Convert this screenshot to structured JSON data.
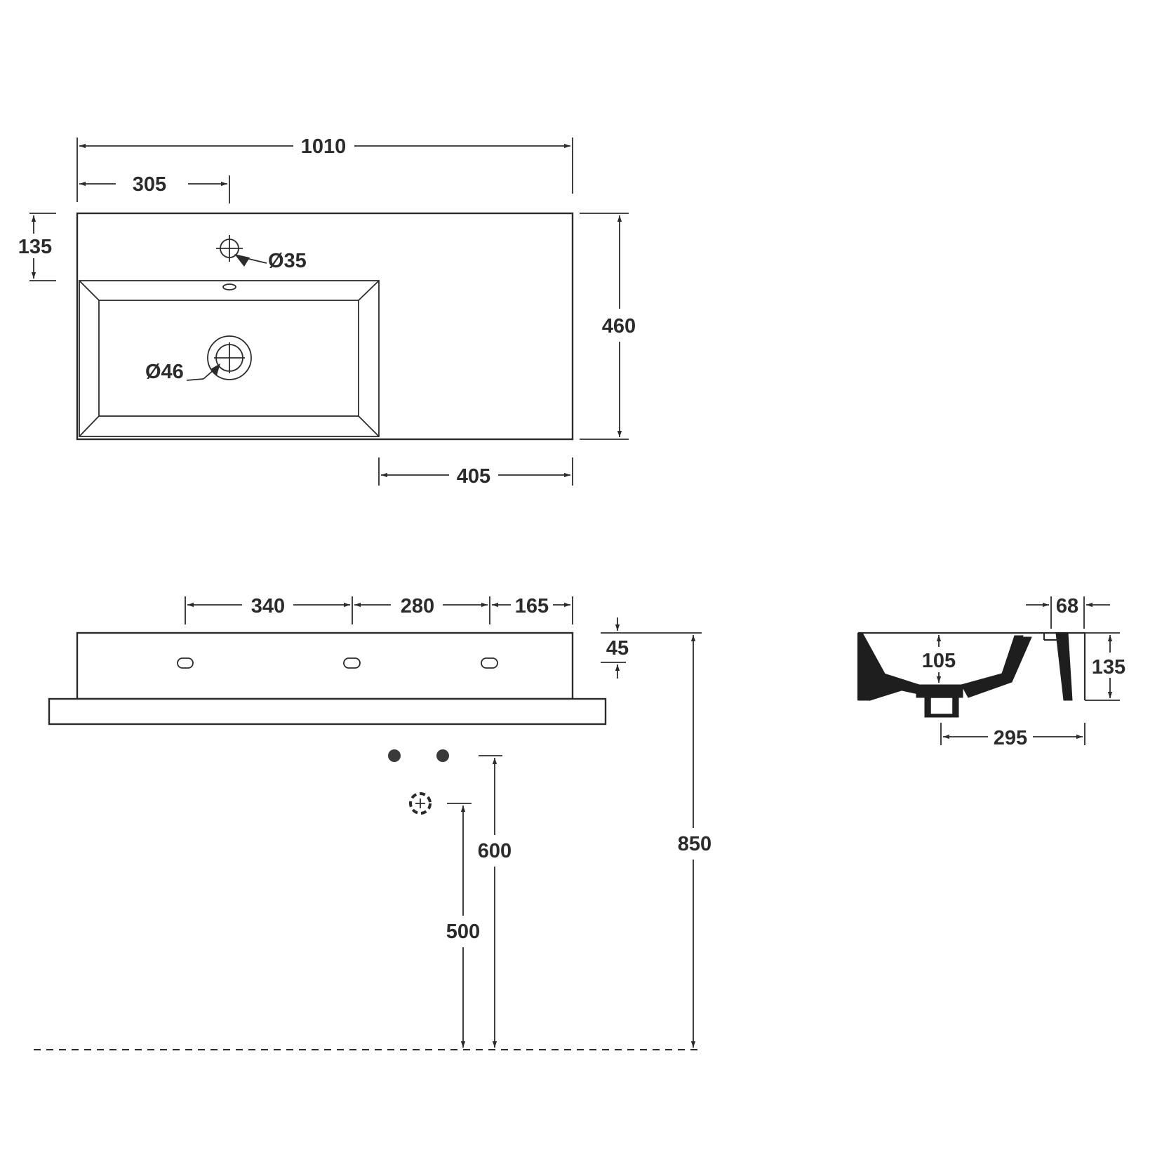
{
  "plan_view": {
    "overall_width": "1010",
    "tap_offset": "305",
    "tap_depth": "135",
    "tap_hole": "Ø35",
    "waste_hole": "Ø46",
    "depth": "460",
    "shelf_width": "405"
  },
  "front_view": {
    "hole_spacing_left": "340",
    "hole_spacing_middle": "280",
    "hole_spacing_right": "165",
    "hole_height": "45",
    "supply_height": "600",
    "waste_height": "500",
    "total_height": "850"
  },
  "section_view": {
    "rim_width": "68",
    "bowl_depth": "105",
    "total_height": "135",
    "bowl_width": "295"
  }
}
